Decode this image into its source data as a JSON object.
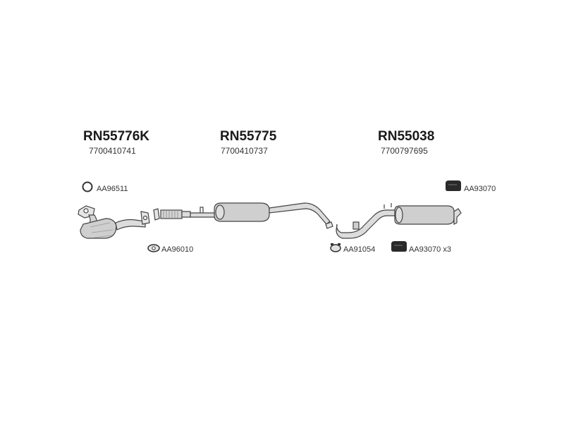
{
  "groups": [
    {
      "code": "RN55776K",
      "oem": "7700410741"
    },
    {
      "code": "RN55775",
      "oem": "7700410737"
    },
    {
      "code": "RN55038",
      "oem": "7700797695"
    }
  ],
  "accessories": {
    "ring_1": "AA96511",
    "gasket_1": "AA96010",
    "clamp_1": "AA91054",
    "rubber_mount_1": "AA93070",
    "rubber_mount_2": "AA93070 x3"
  },
  "colors": {
    "line": "#555555",
    "fill": "#d9d9d9",
    "dark": "#2a2a2a"
  }
}
